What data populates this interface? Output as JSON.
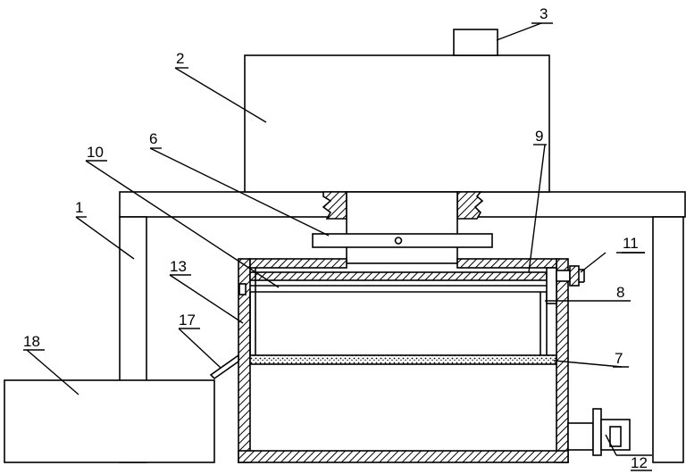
{
  "figure": {
    "description_labels": [
      {
        "id": "frame",
        "text": "1"
      },
      {
        "id": "housing",
        "text": "2"
      },
      {
        "id": "motor",
        "text": "3"
      },
      {
        "id": "plate",
        "text": "6"
      },
      {
        "id": "filter_layer",
        "text": "7"
      },
      {
        "id": "side_post",
        "text": "8"
      },
      {
        "id": "screen",
        "text": "9"
      },
      {
        "id": "rail",
        "text": "10"
      },
      {
        "id": "knob",
        "text": "11"
      },
      {
        "id": "valve",
        "text": "12"
      },
      {
        "id": "rod",
        "text": "13"
      },
      {
        "id": "chute",
        "text": "17"
      },
      {
        "id": "collector",
        "text": "18"
      }
    ]
  }
}
